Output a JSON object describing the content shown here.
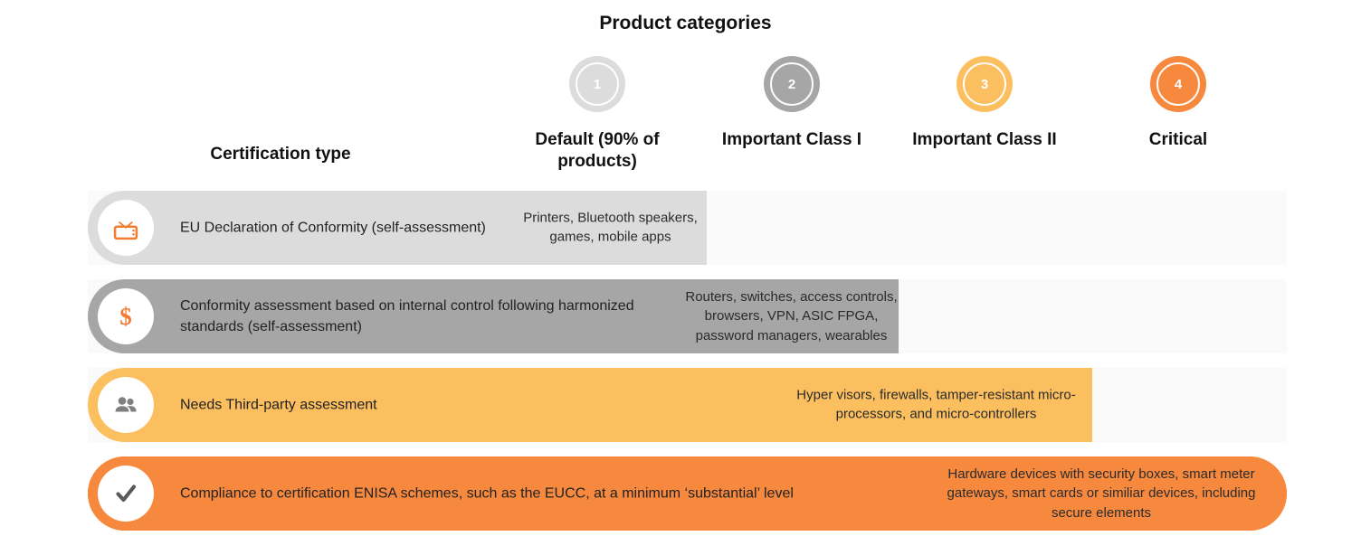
{
  "header": {
    "title": "Product categories",
    "row_axis_label": "Certification type"
  },
  "categories": [
    {
      "number": "1",
      "label": "Default (90% of products)",
      "color": "#dcdcdc"
    },
    {
      "number": "2",
      "label": "Important Class I",
      "color": "#a6a6a6"
    },
    {
      "number": "3",
      "label": "Important Class II",
      "color": "#fbbf5f"
    },
    {
      "number": "4",
      "label": "Critical",
      "color": "#f7893f"
    }
  ],
  "rows": [
    {
      "icon": "television-icon",
      "certification": "EU Declaration of Conformity (self-assessment)",
      "products": "Printers, Bluetooth speakers, games, mobile apps",
      "bar_color": "#dcdcdc",
      "track_color": "#fafafa"
    },
    {
      "icon": "dollar-sign-icon",
      "certification": "Conformity assessment based on internal control following harmonized standards (self-assessment)",
      "products": "Routers, switches, access controls, browsers, VPN, ASIC FPGA, password managers, wearables",
      "bar_color": "#a6a6a6",
      "track_color": "#fafafa"
    },
    {
      "icon": "people-icon",
      "certification": "Needs Third-party assessment",
      "products": "Hyper visors, firewalls, tamper-resistant micro-processors, and micro-controllers",
      "bar_color": "#fbbf5f",
      "track_color": "#fafafa"
    },
    {
      "icon": "checkmark-icon",
      "certification": "Compliance to certification ENISA schemes, such as the EUCC, at a minimum ‘substantial’ level",
      "products": "Hardware devices with security boxes, smart meter gateways, smart cards or similiar devices, including secure elements",
      "bar_color": "#f7893f",
      "track_color": "#f7893f"
    }
  ],
  "palette": {
    "accent_orange": "#f07d33",
    "icon_gray": "#7f7f7f",
    "check_gray": "#595959",
    "page_background": "#ffffff"
  }
}
